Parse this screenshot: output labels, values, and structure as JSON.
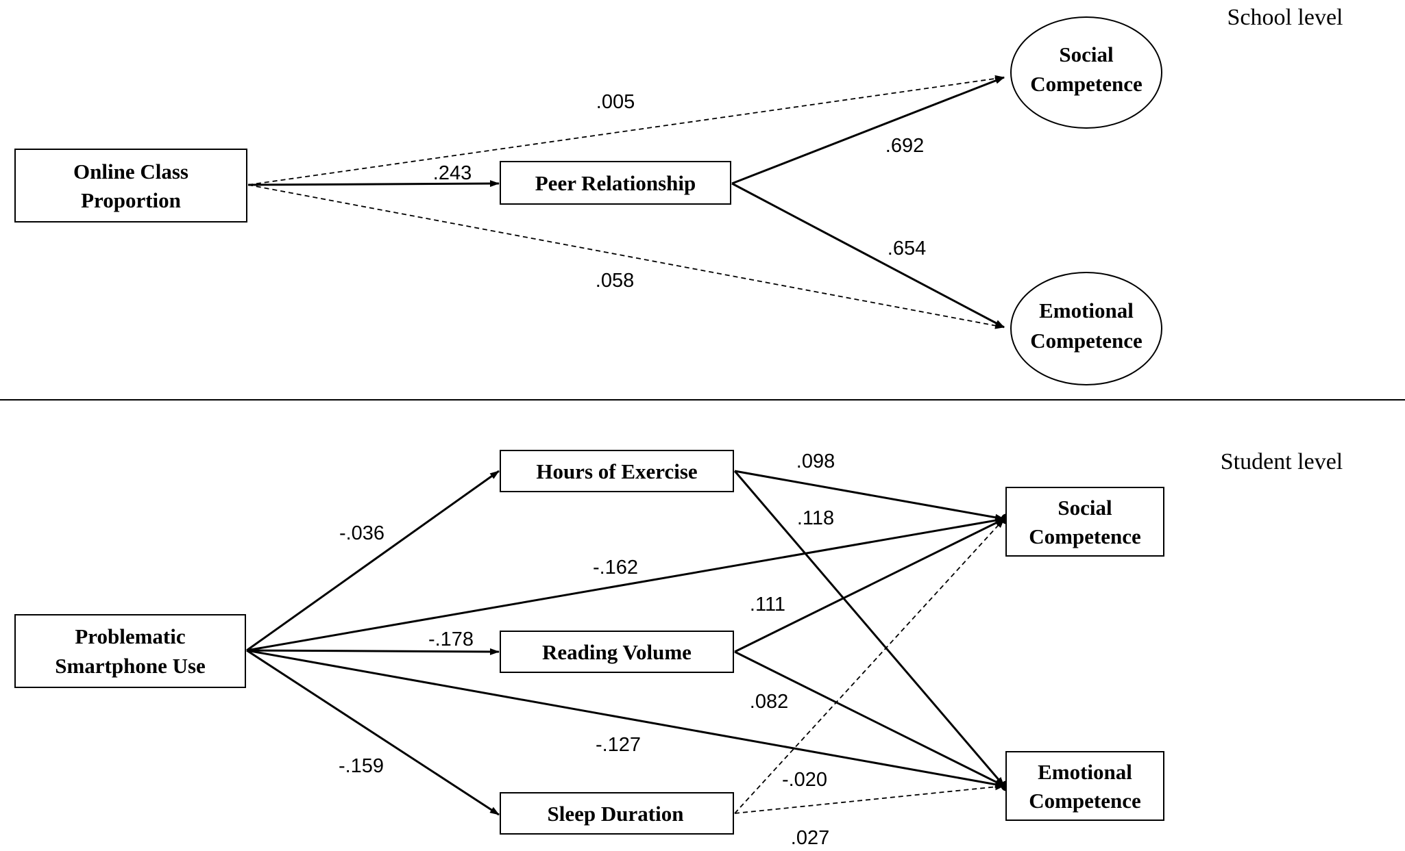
{
  "levels": {
    "school": "School level",
    "student": "Student level"
  },
  "school": {
    "nodes": {
      "online_class": [
        "Online Class",
        "Proportion"
      ],
      "peer": [
        "Peer Relationship"
      ],
      "social": [
        "Social",
        "Competence"
      ],
      "emotional": [
        "Emotional",
        "Competence"
      ]
    },
    "coefficients": {
      "online_social": ".005",
      "online_peer": ".243",
      "online_emotional": ".058",
      "peer_social": ".692",
      "peer_emotional": ".654"
    }
  },
  "student": {
    "nodes": {
      "smartphone": [
        "Problematic",
        "Smartphone Use"
      ],
      "exercise": [
        "Hours of Exercise"
      ],
      "reading": [
        "Reading Volume"
      ],
      "sleep": [
        "Sleep Duration"
      ],
      "social": [
        "Social",
        "Competence"
      ],
      "emotional": [
        "Emotional",
        "Competence"
      ]
    },
    "coefficients": {
      "smartphone_exercise": "-.036",
      "smartphone_social": "-.162",
      "smartphone_reading": "-.178",
      "smartphone_emotional": "-.127",
      "smartphone_sleep": "-.159",
      "exercise_social": ".098",
      "exercise_emotional": ".118",
      "reading_social": ".111",
      "reading_emotional": ".082",
      "sleep_social": "-.020",
      "sleep_emotional": ".027"
    }
  }
}
